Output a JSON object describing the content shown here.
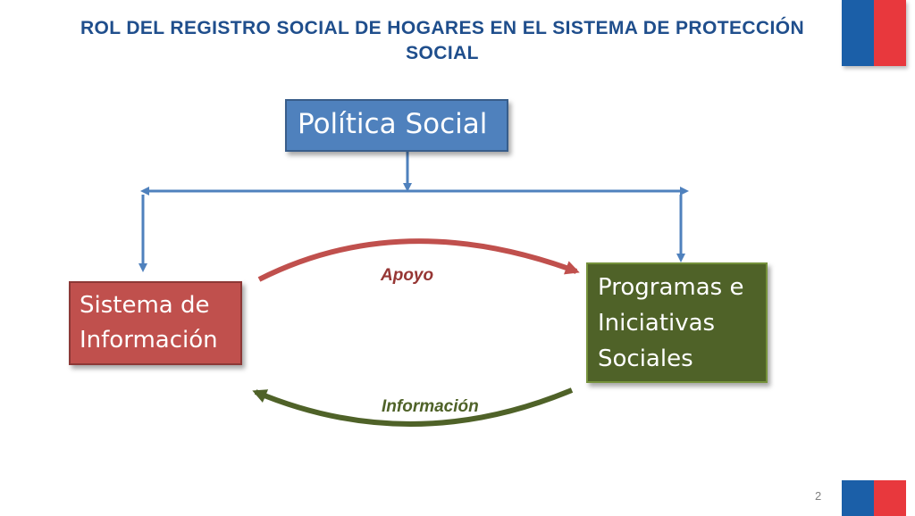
{
  "title": "ROL DEL REGISTRO SOCIAL DE HOGARES EN EL SISTEMA DE PROTECCIÓN SOCIAL",
  "nodes": {
    "policy": {
      "label": "Política Social"
    },
    "info_system": {
      "label": "Sistema de Información"
    },
    "programs": {
      "label": "Programas e Iniciativas Sociales"
    }
  },
  "edges": {
    "support": {
      "label": "Apoyo"
    },
    "information": {
      "label": "Información"
    }
  },
  "page_number": "2",
  "colors": {
    "title": "#1f4e8c",
    "policy_box": "#4f81bd",
    "info_box": "#c0504d",
    "programs_box": "#4f6228",
    "connector": "#4f81bd",
    "support_arrow": "#c0504d",
    "information_arrow": "#4f6228",
    "flag_blue": "#1b5fa8",
    "flag_red": "#e8383d"
  }
}
